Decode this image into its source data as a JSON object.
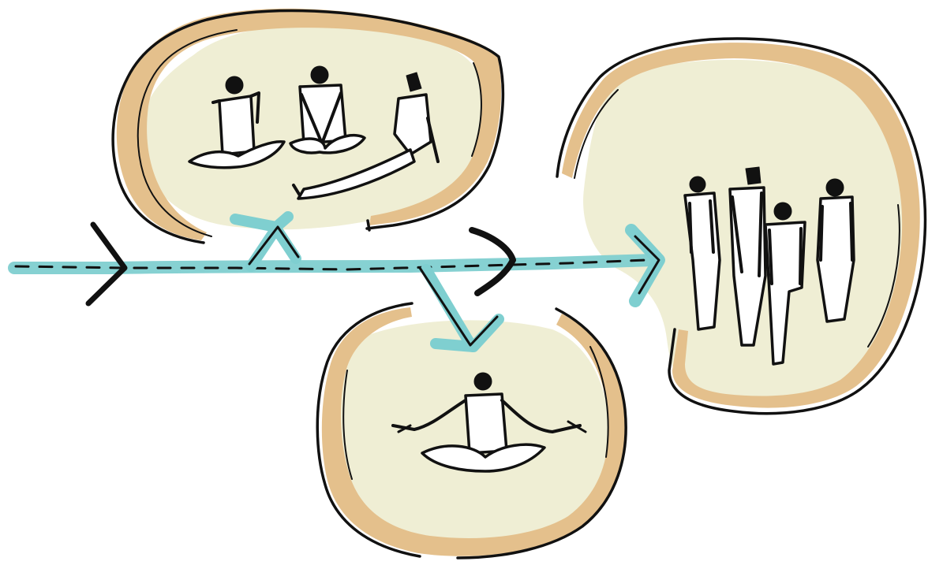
{
  "diagram": {
    "style": "hand-drawn sketch",
    "colors": {
      "background": "#ffffff",
      "pocket_fill": "#efeed4",
      "pocket_rim": "#e4c08c",
      "path": "#7fcfd0",
      "ink": "#111111"
    },
    "icons": [
      "main-path-arrow",
      "entry-chevron",
      "branch-arrow-to-top-pocket",
      "branch-arrow-to-bottom-pocket",
      "exit-chevron",
      "top-pocket-seated-group",
      "bottom-pocket-meditating-figure",
      "right-pocket-standing-group"
    ],
    "nodes": [
      {
        "id": "top-pocket",
        "people": 3,
        "activity-icon": "seated-resting-group"
      },
      {
        "id": "bottom-pocket",
        "people": 1,
        "activity-icon": "meditating-figure"
      },
      {
        "id": "right-pocket",
        "people": 4,
        "activity-icon": "standing-group"
      }
    ],
    "edges": [
      {
        "from": "main-path",
        "to": "top-pocket"
      },
      {
        "from": "main-path",
        "to": "bottom-pocket"
      },
      {
        "from": "main-path",
        "to": "right-pocket"
      }
    ]
  }
}
